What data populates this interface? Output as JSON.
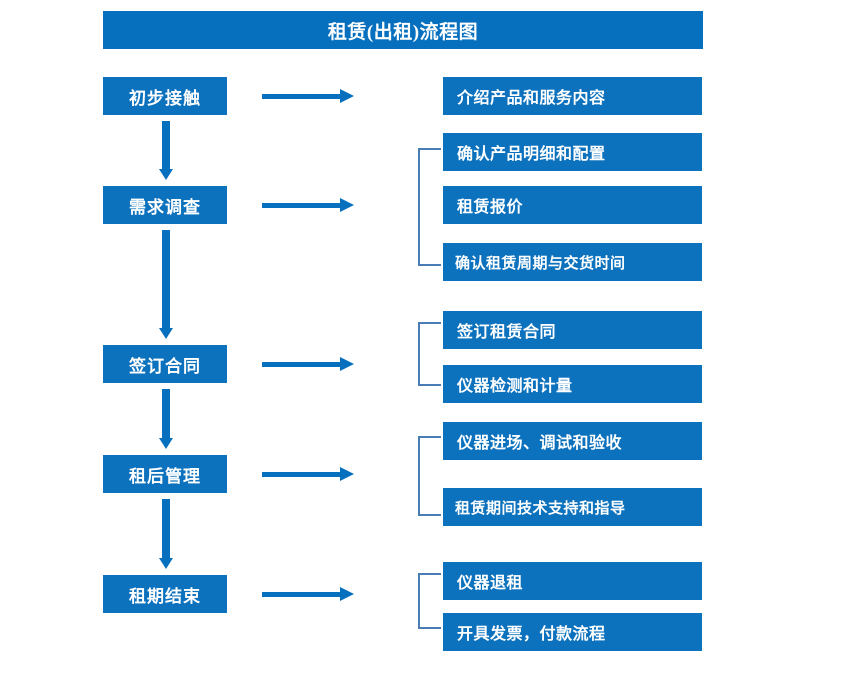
{
  "chart_title": "租赁(出租)流程图",
  "theme": {
    "box_blue": "#0d72bd",
    "title_blue": "#0670be",
    "arrow_blue": "#0670be",
    "bracket_blue": "#4a7db5",
    "text_color": "#ffffff",
    "background": "#ffffff"
  },
  "stages": [
    {
      "id": "stage-1",
      "label": "初步接触"
    },
    {
      "id": "stage-2",
      "label": "需求调查"
    },
    {
      "id": "stage-3",
      "label": "签订合同"
    },
    {
      "id": "stage-4",
      "label": "租后管理"
    },
    {
      "id": "stage-5",
      "label": "租期结束"
    }
  ],
  "tasks": [
    {
      "id": "task-1-1",
      "label": "介绍产品和服务内容",
      "group": 1
    },
    {
      "id": "task-2-1",
      "label": "确认产品明细和配置",
      "group": 2
    },
    {
      "id": "task-2-2",
      "label": "租赁报价",
      "group": 2
    },
    {
      "id": "task-2-3",
      "label": "确认租赁周期与交货时间",
      "group": 2
    },
    {
      "id": "task-3-1",
      "label": "签订租赁合同",
      "group": 3
    },
    {
      "id": "task-3-2",
      "label": "仪器检测和计量",
      "group": 3
    },
    {
      "id": "task-4-1",
      "label": "仪器进场、调试和验收",
      "group": 4
    },
    {
      "id": "task-4-2",
      "label": "租赁期间技术支持和指导",
      "group": 4
    },
    {
      "id": "task-5-1",
      "label": "仪器退租",
      "group": 5
    },
    {
      "id": "task-5-2",
      "label": "开具发票，付款流程",
      "group": 5
    }
  ],
  "connectors": {
    "horizontal_arrow_count": 5,
    "vertical_arrow_count": 4,
    "bracket_count": 4,
    "arrow_icon": "right-arrow-icon",
    "down_arrow_icon": "down-arrow-icon",
    "bracket_icon": "group-bracket-icon"
  }
}
